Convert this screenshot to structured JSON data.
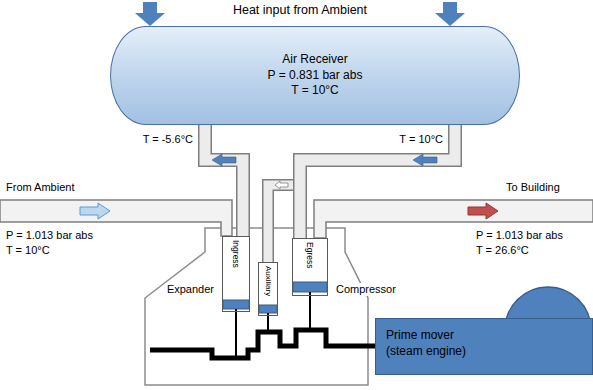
{
  "diagram": {
    "nodes": [
      {
        "text": [
          "Air Receiver",
          "P = 0.831 bar abs",
          "T = 10°C"
        ]
      },
      {
        "text": [
          "Ingress"
        ]
      },
      {
        "text": [
          "Auxiliary"
        ]
      },
      {
        "text": [
          "Egress"
        ]
      },
      {
        "text": [
          "Prime mover (steam engine)"
        ]
      }
    ],
    "edges": [
      {
        "from": 1,
        "to": 0,
        "arrow": "to",
        "label": "T = -5.6°C"
      },
      {
        "from": 0,
        "to": 3,
        "arrow": "to",
        "label": "T = 10°C"
      }
    ],
    "labels": [
      "Heat input from Ambient",
      "From Ambient",
      "P = 1.013 bar abs",
      "T = 10°C",
      "To Building",
      "P = 1.013 bar abs",
      "T = 26.6°C",
      "Expander",
      "Compressor"
    ]
  }
}
